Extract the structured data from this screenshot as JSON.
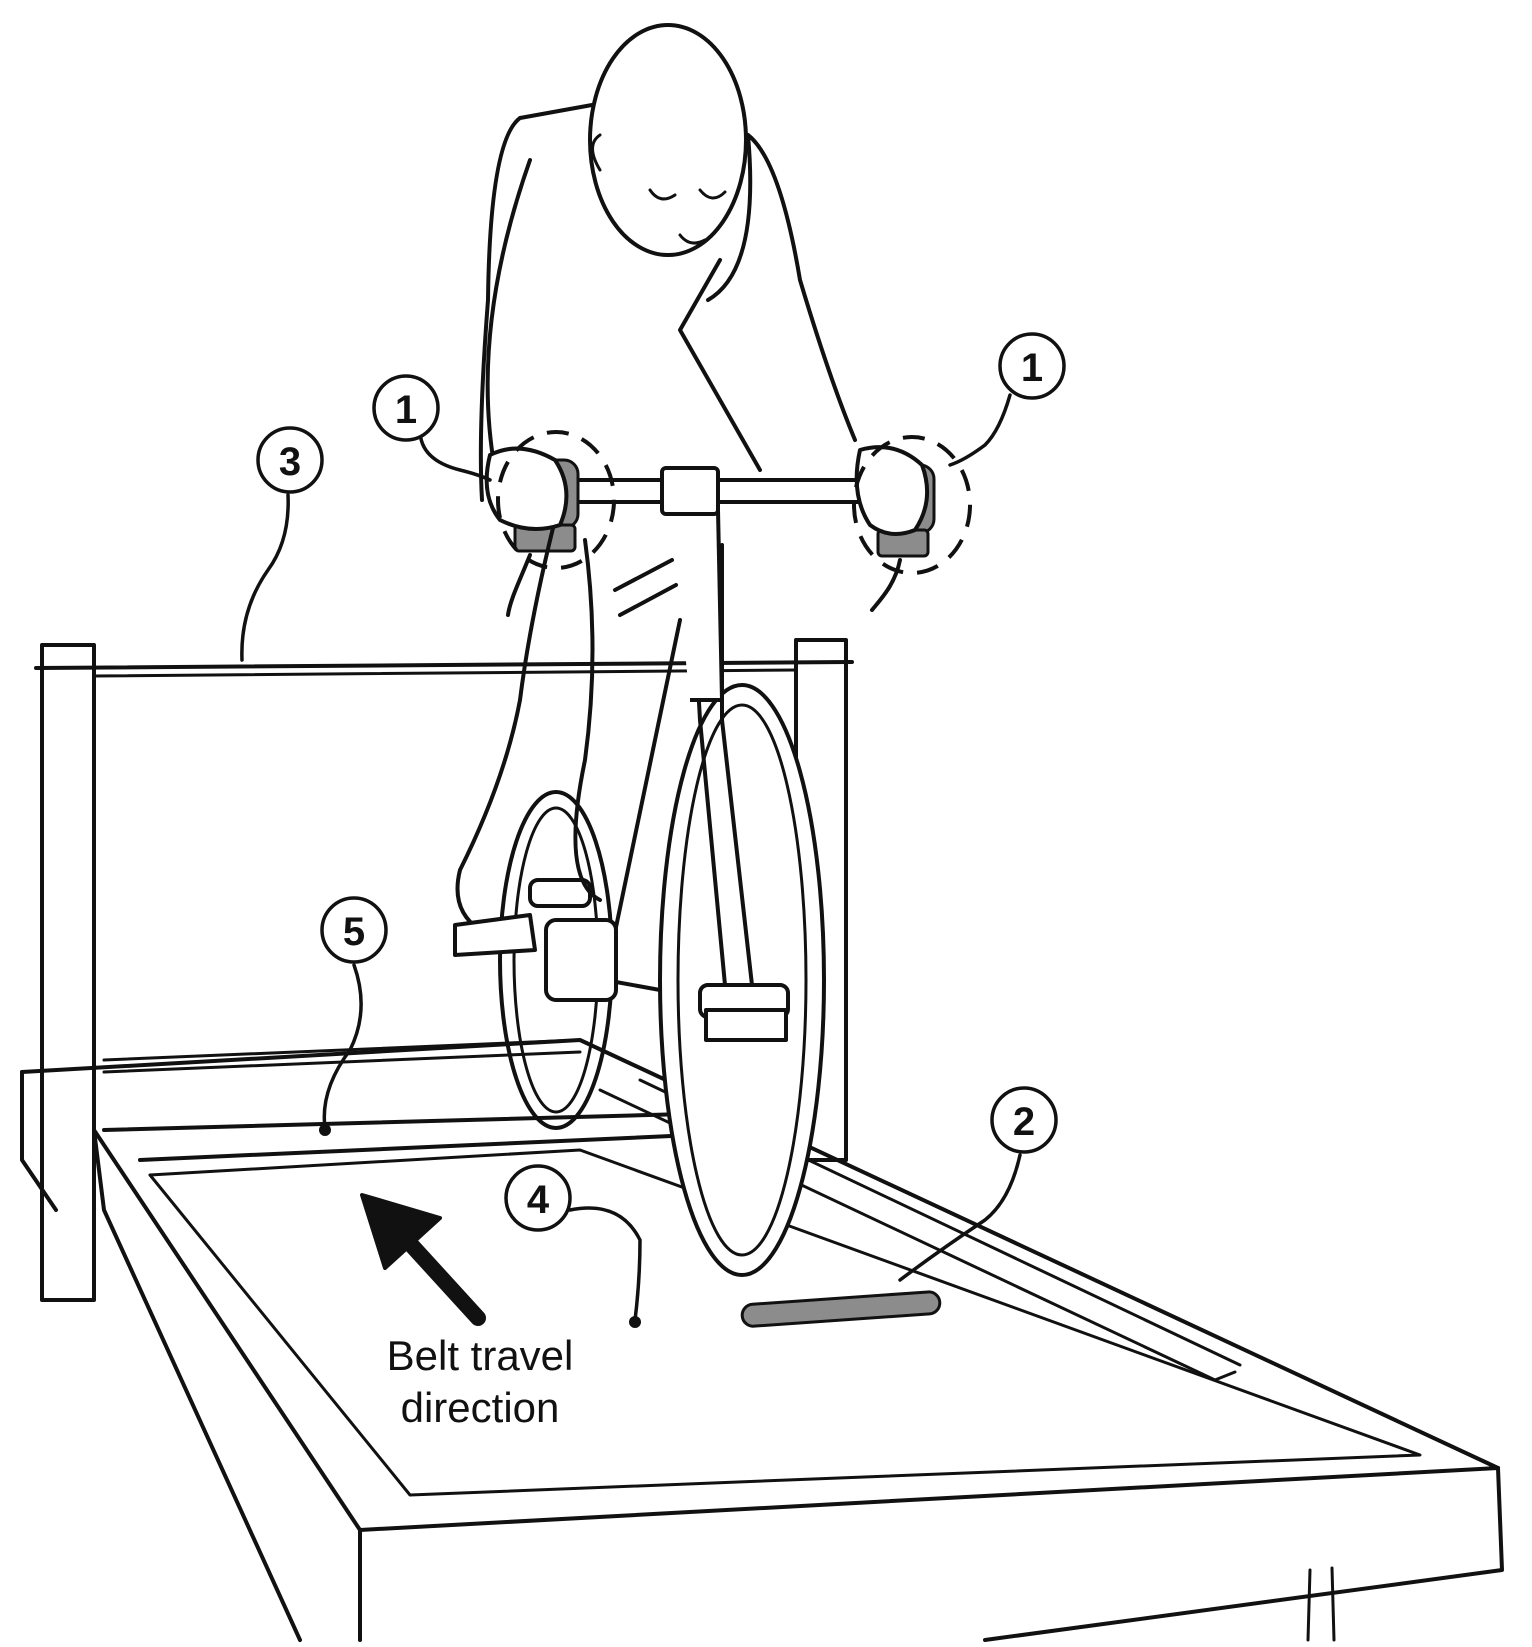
{
  "callouts": [
    {
      "id": "1a",
      "label": "1"
    },
    {
      "id": "1b",
      "label": "1"
    },
    {
      "id": "2",
      "label": "2"
    },
    {
      "id": "3",
      "label": "3"
    },
    {
      "id": "4",
      "label": "4"
    },
    {
      "id": "5",
      "label": "5"
    }
  ],
  "caption": {
    "line1": "Belt travel",
    "line2": "direction"
  }
}
